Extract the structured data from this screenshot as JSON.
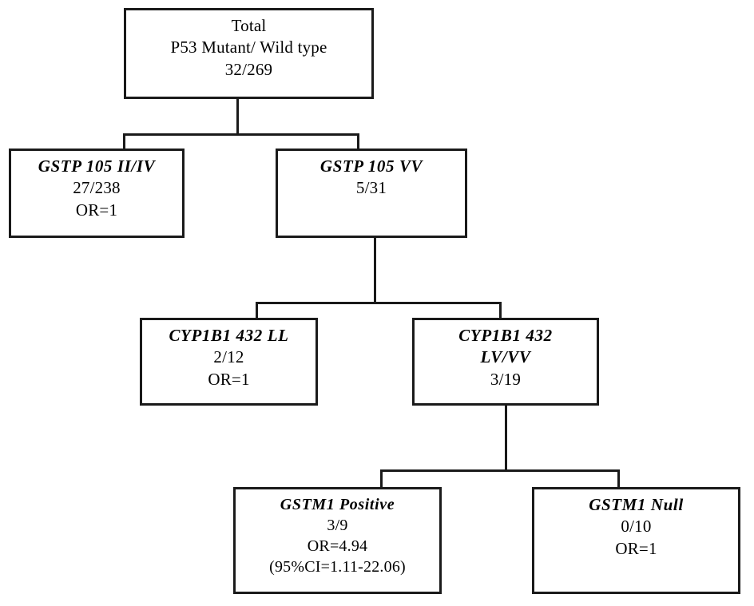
{
  "diagram": {
    "title": "P53 mutation stratification decision tree",
    "line_color": "#1a1a1a",
    "background": "#ffffff",
    "nodes": [
      {
        "id": "total",
        "lines": [
          {
            "text": "Total",
            "style": "plain"
          },
          {
            "text": "P53 Mutant/ Wild type",
            "style": "plain"
          },
          {
            "text": "32/269",
            "style": "plain"
          }
        ]
      },
      {
        "id": "gstp-ii-iv",
        "lines": [
          {
            "text": "GSTP 105 II/IV",
            "style": "italic"
          },
          {
            "text": "27/238",
            "style": "plain"
          },
          {
            "text": "OR=1",
            "style": "plain"
          }
        ]
      },
      {
        "id": "gstp-vv",
        "lines": [
          {
            "text": "GSTP 105 VV",
            "style": "italic"
          },
          {
            "text": "5/31",
            "style": "plain"
          }
        ]
      },
      {
        "id": "cyp1b1-ll",
        "lines": [
          {
            "text": "CYP1B1 432 LL",
            "style": "italic"
          },
          {
            "text": "2/12",
            "style": "plain"
          },
          {
            "text": "OR=1",
            "style": "plain"
          }
        ]
      },
      {
        "id": "cyp1b1-lv-vv",
        "lines": [
          {
            "text": "CYP1B1 432",
            "style": "italic"
          },
          {
            "text": "LV/VV",
            "style": "italic"
          },
          {
            "text": "3/19",
            "style": "plain"
          }
        ]
      },
      {
        "id": "gstm1-positive",
        "lines": [
          {
            "text": "GSTM1 Positive",
            "style": "italic"
          },
          {
            "text": "3/9",
            "style": "plain"
          },
          {
            "text": "OR=4.94",
            "style": "plain"
          },
          {
            "text": "(95%CI=1.11-22.06)",
            "style": "plain"
          }
        ]
      },
      {
        "id": "gstm1-null",
        "lines": [
          {
            "text": "GSTM1 Null",
            "style": "italic"
          },
          {
            "text": "0/10",
            "style": "plain"
          },
          {
            "text": "OR=1",
            "style": "plain"
          }
        ]
      }
    ]
  }
}
